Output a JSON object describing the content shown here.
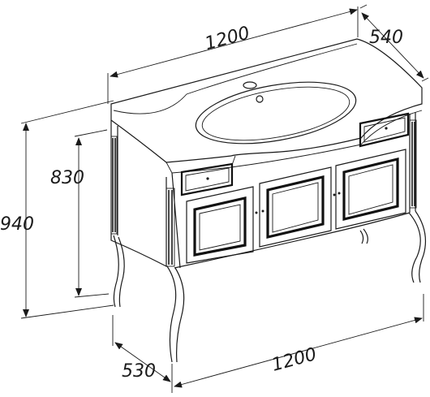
{
  "dimensions": {
    "top_width": "1200",
    "top_depth": "540",
    "total_height": "940",
    "body_height": "830",
    "base_depth": "530",
    "base_width": "1200"
  },
  "colors": {
    "line": "#1a1a1a",
    "background": "#ffffff"
  }
}
